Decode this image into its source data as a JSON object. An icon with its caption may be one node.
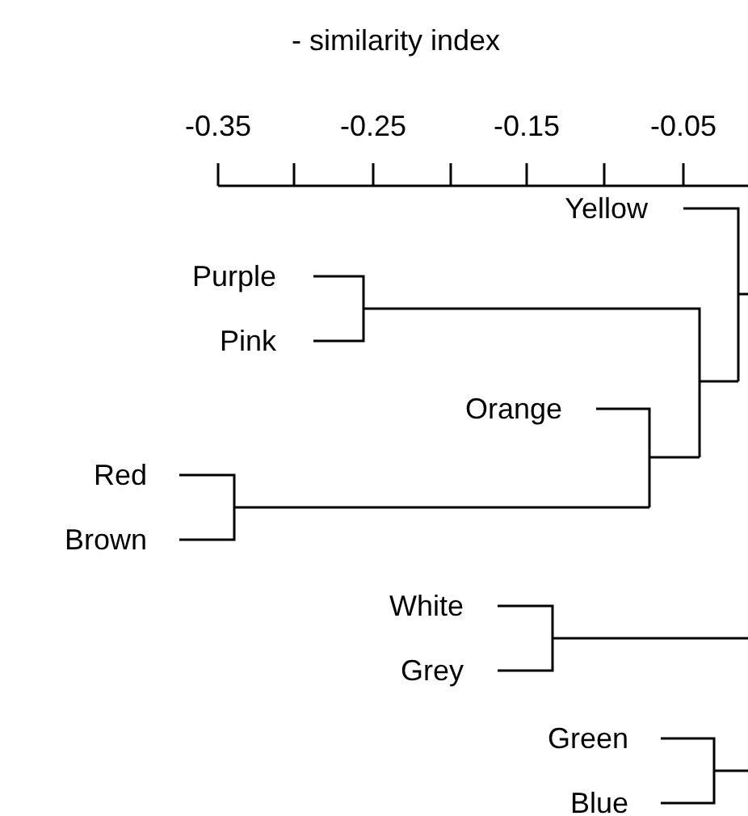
{
  "diagram": {
    "labels": [
      "- similarity index",
      "-0.35",
      "-0.25",
      "-0.15",
      "-0.05",
      "Yellow",
      "Purple",
      "Pink",
      "Orange",
      "Red",
      "Brown",
      "White",
      "Grey",
      "Green",
      "Blue"
    ]
  }
}
